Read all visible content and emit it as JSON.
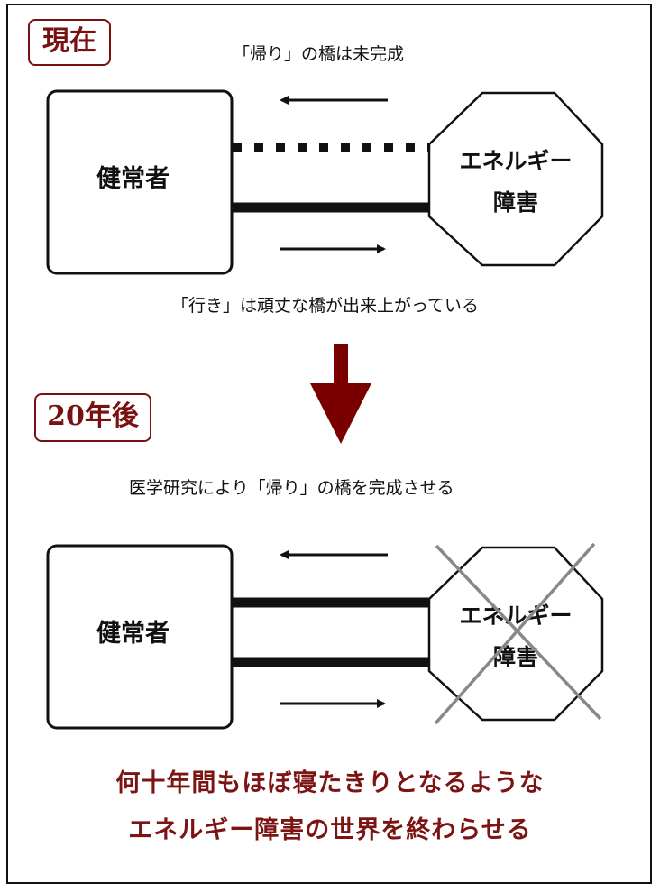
{
  "colors": {
    "accent": "#7a1010",
    "line": "#111111",
    "cross": "#888888"
  },
  "now": {
    "badge": "現在",
    "return_caption": "「帰り」の橋は未完成",
    "healthy_label": "健常者",
    "disorder_label_1": "エネルギー",
    "disorder_label_2": "障害",
    "go_caption": "「行き」は頑丈な橋が出来上がっている"
  },
  "future": {
    "badge": "20年後",
    "caption": "医学研究により「帰り」の橋を完成させる",
    "healthy_label": "健常者",
    "disorder_label_1": "エネルギー",
    "disorder_label_2": "障害"
  },
  "conclusion": {
    "line1": "何十年間もほぼ寝たきりとなるような",
    "line2": "エネルギー障害の世界を終わらせる"
  }
}
